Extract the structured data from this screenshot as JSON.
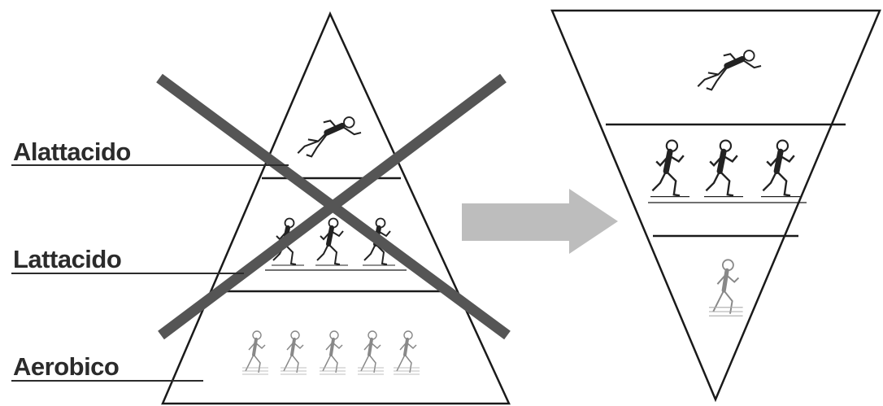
{
  "labels": {
    "alattacido": "Alattacido",
    "lattacido": "Lattacido",
    "aerobico": "Aerobico"
  },
  "colors": {
    "stroke": "#1a1a1a",
    "cross": "#555555",
    "arrow": "#bdbdbd",
    "figure": "#222222",
    "faded_figure": "#8a8a8a"
  },
  "icons": {
    "cross": "x-mark",
    "arrow": "right-arrow",
    "runner": "runner-icon"
  }
}
